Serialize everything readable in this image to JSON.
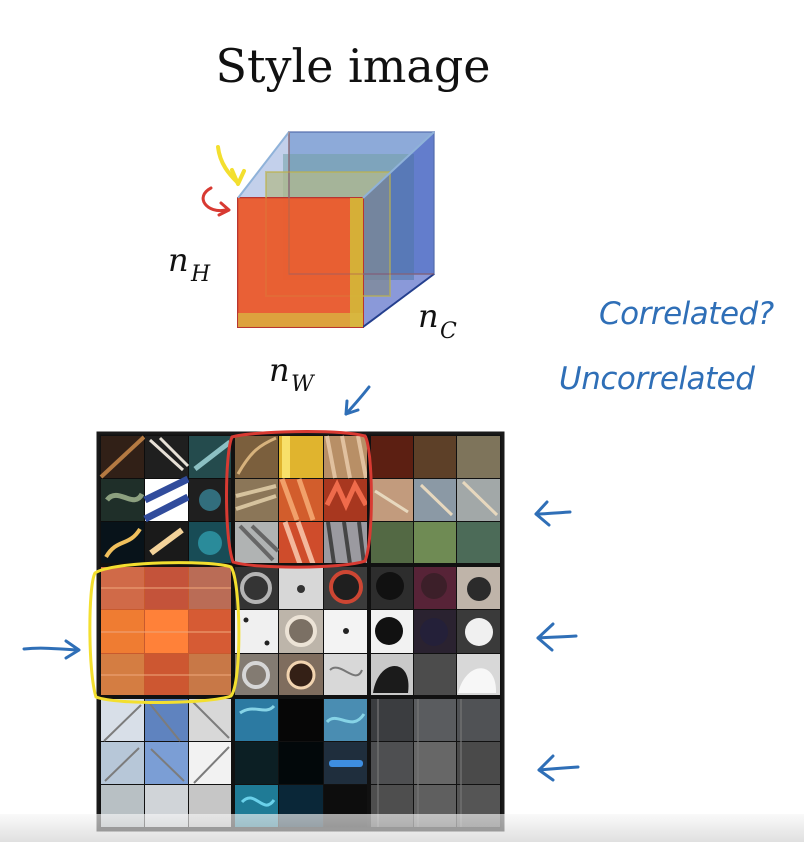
{
  "title": "Style image",
  "labels": {
    "n_h": {
      "base": "n",
      "sub": "H"
    },
    "n_c": {
      "base": "n",
      "sub": "C"
    },
    "n_w": {
      "base": "n",
      "sub": "W"
    }
  },
  "handwritten_notes": {
    "correlated": "Correlated?",
    "uncorrelated": "Uncorrelated"
  },
  "colors": {
    "ink": "#111111",
    "annotation_blue": "#2f6fb7",
    "annotation_red": "#d83a32",
    "annotation_yellow": "#f3df2f",
    "cube_red": "#e45a2e",
    "cube_yellow": "#ddd05a",
    "cube_green": "#6fa886",
    "cube_blue": "#6f8fd0"
  },
  "icons": {
    "red_arrow": "curved-red-arrow-icon",
    "yellow_arrow": "curved-yellow-arrow-icon",
    "blue_arrow": "blue-arrow-icon"
  },
  "grid": {
    "rows": 3,
    "cols": 3,
    "highlight_red": "top-center",
    "highlight_yellow": "middle-left",
    "left_arrow_row": "middle",
    "right_arrow_rows": [
      "top",
      "middle",
      "bottom"
    ]
  }
}
